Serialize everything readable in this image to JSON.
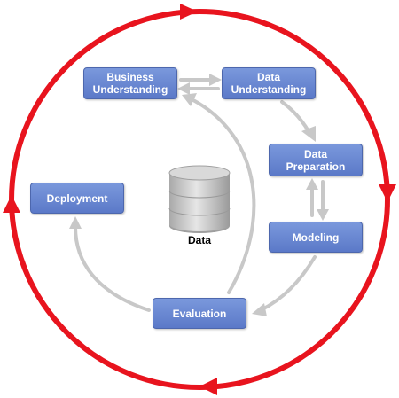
{
  "colors": {
    "outer_cycle": "#e8141e",
    "inner_arrows": "#c8c8c8",
    "box_fill_top": "#7a98dc",
    "box_fill_bottom": "#5b79c8",
    "box_text": "#ffffff",
    "database": "#b8b8b8"
  },
  "phases": {
    "business_understanding": {
      "line1": "Business",
      "line2": "Understanding"
    },
    "data_understanding": {
      "line1": "Data",
      "line2": "Understanding"
    },
    "data_preparation": {
      "line1": "Data",
      "line2": "Preparation"
    },
    "modeling": {
      "label": "Modeling"
    },
    "evaluation": {
      "label": "Evaluation"
    },
    "deployment": {
      "label": "Deployment"
    }
  },
  "center": {
    "icon": "database-icon",
    "label": "Data"
  }
}
